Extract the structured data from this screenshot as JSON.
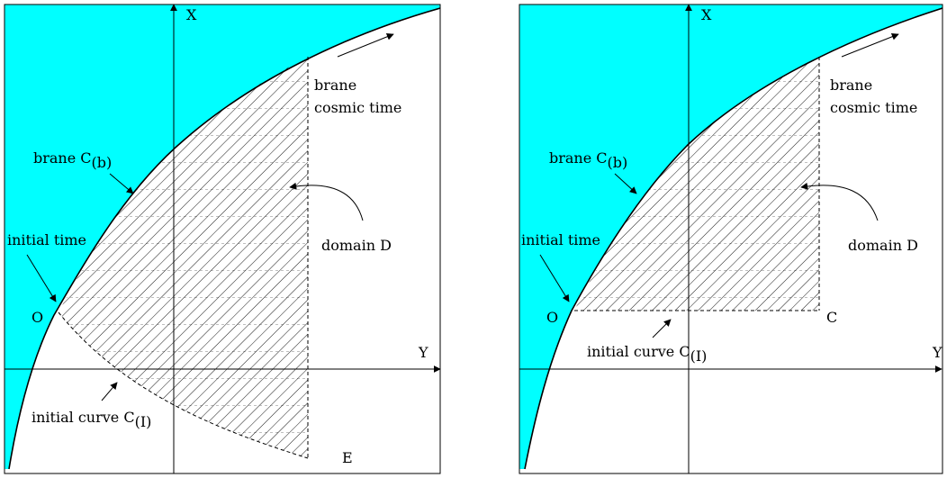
{
  "colors": {
    "brane_region": "#00ffff",
    "hatch": "#000000",
    "line": "#000000",
    "background": "#ffffff"
  },
  "panels": [
    {
      "axis_x_label": "X",
      "axis_y_label": "Y",
      "cosmic_time_line1": "brane",
      "cosmic_time_line2": "cosmic time",
      "brane_text": "brane ",
      "brane_symbol": "C",
      "brane_sub": "(b)",
      "initial_time": "initial time",
      "point_o": "O",
      "point_end": "E",
      "domain_text": "domain ",
      "domain_symbol": "D",
      "initial_curve_text": "initial curve ",
      "initial_curve_symbol": "C",
      "initial_curve_sub": "(I)"
    },
    {
      "axis_x_label": "X",
      "axis_y_label": "Y",
      "cosmic_time_line1": "brane",
      "cosmic_time_line2": "cosmic time",
      "brane_text": "brane ",
      "brane_symbol": "C",
      "brane_sub": "(b)",
      "initial_time": "initial time",
      "point_o": "O",
      "point_end": "C",
      "domain_text": "domain ",
      "domain_symbol": "D",
      "initial_curve_text": "initial curve ",
      "initial_curve_symbol": "C",
      "initial_curve_sub": "(I)"
    }
  ]
}
